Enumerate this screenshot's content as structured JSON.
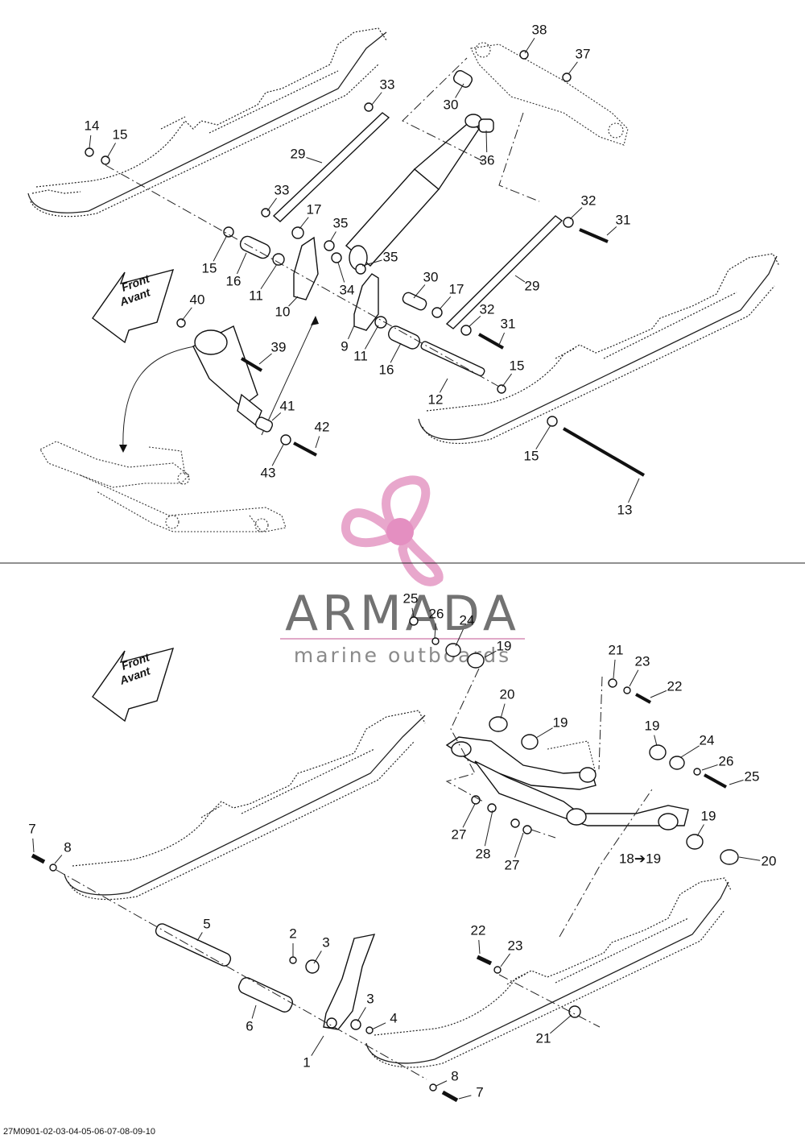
{
  "watermark": {
    "brand": "ARMADA",
    "tagline": "marine outboards",
    "colors": {
      "propeller": "#e8a7cc",
      "hub": "#e48fc1",
      "text": "#727272",
      "rule": "#e0a8c8"
    }
  },
  "arrows": [
    {
      "line1": "Front",
      "line2": "Avant"
    },
    {
      "line1": "Front",
      "line2": "Avant"
    }
  ],
  "diagram_code": "27M0901-02-03-04-05-06-07-08-09-10",
  "labels": {
    "top": [
      "38",
      "37",
      "33",
      "30",
      "36",
      "14",
      "15",
      "29",
      "33",
      "17",
      "35",
      "32",
      "31",
      "15",
      "16",
      "11",
      "34",
      "35",
      "10",
      "30",
      "17",
      "29",
      "40",
      "32",
      "39",
      "9",
      "11",
      "31",
      "16",
      "15",
      "12",
      "41",
      "42",
      "43",
      "15",
      "13"
    ],
    "bottom": [
      "25",
      "26",
      "24",
      "19",
      "21",
      "23",
      "22",
      "20",
      "19",
      "19",
      "24",
      "26",
      "25",
      "27",
      "28",
      "27",
      "19",
      "18➔19",
      "20",
      "7",
      "8",
      "5",
      "2",
      "3",
      "22",
      "23",
      "3",
      "4",
      "6",
      "1",
      "21",
      "8",
      "7"
    ]
  }
}
